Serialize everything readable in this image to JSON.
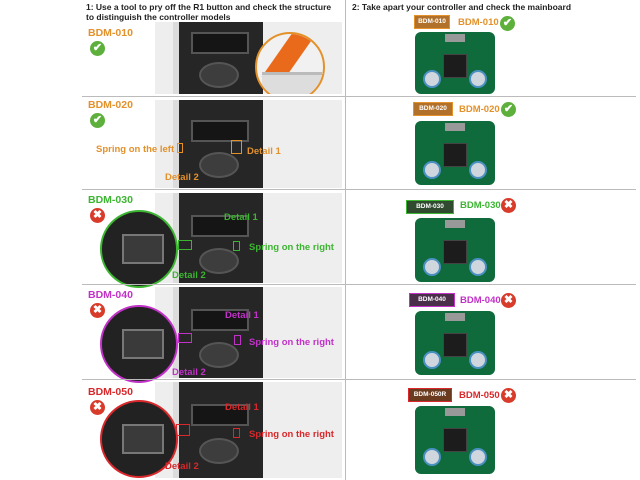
{
  "header": {
    "step1": "1: Use a tool to pry off the R1 button and check the structure to distinguish the controller models",
    "step2": "2: Take apart your controller and check the mainboard"
  },
  "annotations": {
    "spring_left": "Spring on the left",
    "spring_right": "Spring on the right",
    "detail1": "Detail 1",
    "detail2": "Detail 2"
  },
  "glyphs": {
    "ok": "✔",
    "bad": "✖"
  },
  "models": [
    {
      "name": "BDM-010",
      "label": "BDM-010",
      "status": "ok",
      "color": "#e3912b"
    },
    {
      "name": "BDM-020",
      "label": "BDM-020",
      "status": "ok",
      "color": "#e3912b"
    },
    {
      "name": "BDM-030",
      "label": "BDM-030",
      "status": "bad",
      "color": "#3cb531"
    },
    {
      "name": "BDM-040",
      "label": "BDM-040",
      "status": "bad",
      "color": "#c231c8"
    },
    {
      "name": "BDM-050",
      "label": "BDM-050R",
      "status": "bad",
      "color": "#d8282b"
    }
  ],
  "colors": {
    "ok": "#5db03c",
    "bad": "#d93b2b",
    "board": "#0f6b3c"
  }
}
